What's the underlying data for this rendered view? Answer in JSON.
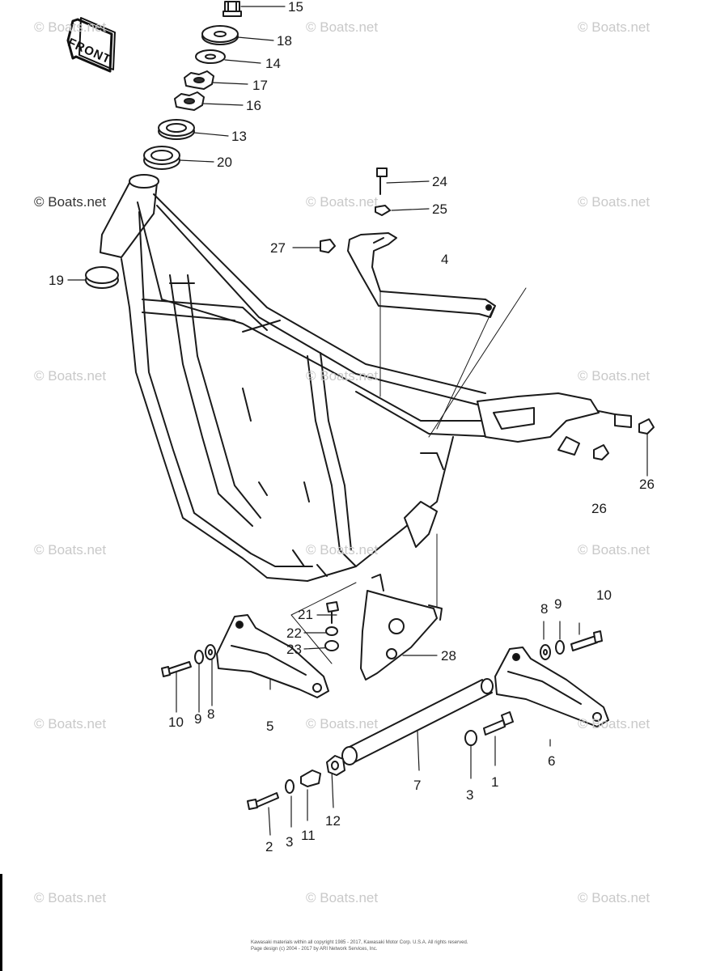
{
  "watermark": "© Boats.net",
  "front_label": "FRONT",
  "callouts": [
    "15",
    "18",
    "14",
    "17",
    "16",
    "13",
    "20",
    "24",
    "25",
    "27",
    "4",
    "19",
    "26",
    "26",
    "10",
    "9",
    "21",
    "22",
    "23",
    "28",
    "10",
    "9",
    "8",
    "5",
    "8",
    "7",
    "6",
    "1",
    "3",
    "12",
    "2",
    "3",
    "11"
  ],
  "footer": {
    "line1": "Kawasaki materials within all copyright 1985 - 2017, Kawasaki Motor Corp. U.S.A. All rights reserved.",
    "line2": "Page design (c) 2004 - 2017 by ARI Network Services, Inc."
  }
}
